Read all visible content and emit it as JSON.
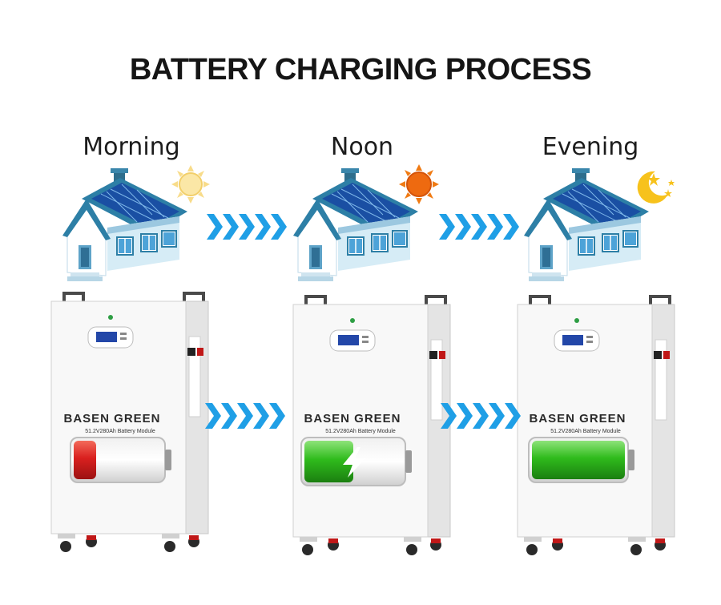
{
  "title": "BATTERY CHARGING PROCESS",
  "stages": [
    {
      "label": "Morning",
      "sky_icon": "pale-sun-icon",
      "charge_level": 0.25,
      "battery_color": "#d9201f",
      "brand": "BASEN GREEN",
      "model": "51.2V280Ah Battery Module"
    },
    {
      "label": "Noon",
      "sky_icon": "bright-sun-icon",
      "charge_level": 0.5,
      "battery_color": "#2fbb1c",
      "brand": "BASEN GREEN",
      "model": "51.2V280Ah Battery Module"
    },
    {
      "label": "Evening",
      "sky_icon": "moon-stars-icon",
      "charge_level": 1.0,
      "battery_color": "#2fbb1c",
      "brand": "BASEN GREEN",
      "model": "51.2V280Ah Battery Module"
    }
  ],
  "colors": {
    "arrow": "#1f9fe6",
    "solar_panel": "#1a4fa3",
    "roof": "#2d7fa6"
  }
}
